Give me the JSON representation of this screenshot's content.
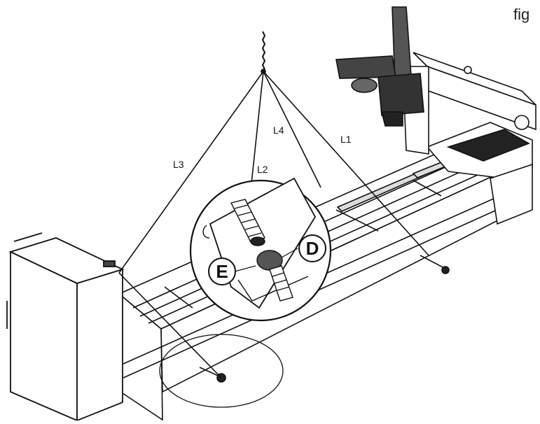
{
  "figure_label": "fig",
  "sling_labels": {
    "l1": "L1",
    "l2": "L2",
    "l3": "L3",
    "l4": "L4"
  },
  "callouts": {
    "d": "D",
    "e": "E"
  },
  "colors": {
    "line": "#111111",
    "fill": "#ffffff",
    "detail_fill": "#2a2a2a"
  }
}
